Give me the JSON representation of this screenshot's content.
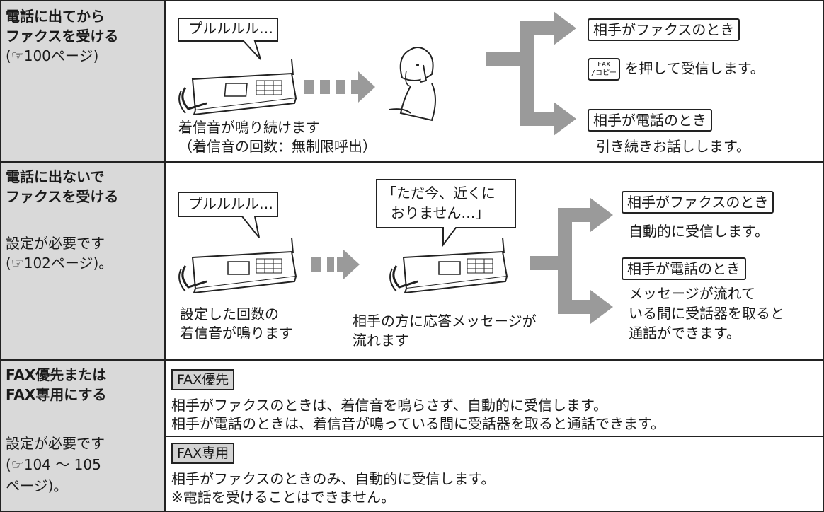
{
  "rows": [
    {
      "heading": [
        "電話に出てから",
        "ファクスを受ける"
      ],
      "note": [
        "(☞100ページ)"
      ],
      "bubble": "プルルルル…",
      "caption": [
        "着信音が鳴り続けます",
        "（着信音の回数：無制限呼出）"
      ],
      "case_fax_label": "相手がファクスのとき",
      "case_fax_key": [
        "FAX",
        "/コピー"
      ],
      "case_fax_text": "を押して受信します。",
      "case_phone_label": "相手が電話のとき",
      "case_phone_text": "引き続きお話しします。"
    },
    {
      "heading": [
        "電話に出ないで",
        "ファクスを受ける"
      ],
      "note": [
        "設定が必要です",
        "(☞102ページ)。"
      ],
      "bubble": "プルルルル…",
      "answer_bubble": [
        "「ただ今、近くに",
        "おりません…」"
      ],
      "caption_left": [
        "設定した回数の",
        "着信音が鳴ります"
      ],
      "caption_mid": [
        "相手の方に応答メッセージが",
        "流れます"
      ],
      "case_fax_label": "相手がファクスのとき",
      "case_fax_text": "自動的に受信します。",
      "case_phone_label": "相手が電話のとき",
      "case_phone_text": [
        "メッセージが流れて",
        "いる間に受話器を取ると",
        "通話ができます。"
      ]
    },
    {
      "heading": [
        "FAX優先または",
        "FAX専用にする"
      ],
      "note": [
        "設定が必要です",
        "(☞104 〜 105",
        "ページ)。"
      ],
      "fax_priority": {
        "tag": "FAX優先",
        "lines": [
          "相手がファクスのときは、着信音を鳴らさず、自動的に受信します。",
          "相手が電話のときは、着信音が鳴っている間に受話器を取ると通話できます。"
        ]
      },
      "fax_only": {
        "tag": "FAX専用",
        "lines": [
          "相手がファクスのときのみ、自動的に受信します。",
          "※電話を受けることはできません。"
        ]
      }
    }
  ],
  "colors": {
    "left_bg": "#d9d9d9",
    "arrow": "#9a9a9a",
    "tag_bg": "#d3d3d3",
    "border": "#222222"
  },
  "icons": [
    "fax-machine-icon",
    "woman-on-phone-icon",
    "arrow-right-icon",
    "branch-arrow-icon",
    "fax-copy-key-icon"
  ]
}
